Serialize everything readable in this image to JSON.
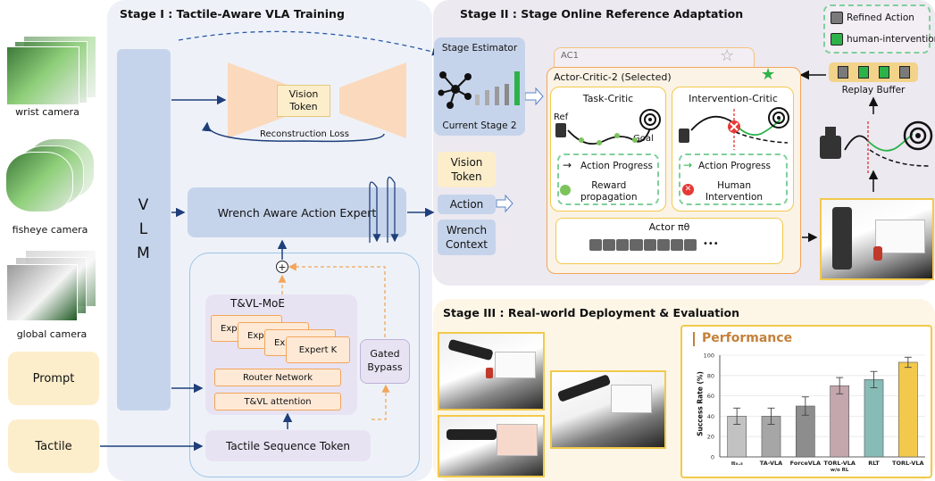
{
  "stage1": {
    "title": "Stage I : Tactile-Aware VLA Training",
    "cameras": [
      "wrist camera",
      "fisheye camera",
      "global camera"
    ],
    "prompt": "Prompt",
    "tactile": "Tactile",
    "vlm": "V\nL\nM",
    "vision_token": "Vision\nToken",
    "reconstruction_loss": "Reconstruction Loss",
    "wrench_expert": "Wrench Aware Action Expert",
    "moe_title": "T&VL-MoE",
    "experts": [
      "Expert",
      "Expert",
      "Expert",
      "Expert K"
    ],
    "router": "Router Network",
    "attention": "T&VL attention",
    "gated_bypass": "Gated\nBypass",
    "tactile_token": "Tactile Sequence Token",
    "plus": "+"
  },
  "stage2": {
    "title": "Stage II : Stage Online Reference Adaptation",
    "estimator_title": "Stage Estimator",
    "current_stage": "Current Stage 2",
    "inputs": [
      "Vision\nToken",
      "Action",
      "Wrench\nContext"
    ],
    "ac1": "AC1",
    "ac2": "Actor-Critic-2 (Selected)",
    "task_critic": "Task-Critic",
    "ref": "Ref",
    "goal": "Goal",
    "action_progress": "Action Progress",
    "reward_propagation": "Reward\npropagation",
    "intervention_critic": "Intervention-Critic",
    "human_intervention": "Human\nIntervention",
    "actor": "Actor πθ",
    "ellipsis": "•••",
    "legend_refined": "Refined Action",
    "legend_human": "human-intervention",
    "replay_buffer": "Replay Buffer"
  },
  "stage3": {
    "title": "Stage III : Real-world Deployment & Evaluation",
    "performance": "Performance"
  },
  "colors": {
    "gold": "#f2c94c",
    "green": "#2db24a",
    "navy": "#1f3f7a",
    "orange": "#f2a65a"
  },
  "chart_data": {
    "type": "bar",
    "title": "Performance",
    "ylabel": "Success Rate (%)",
    "xlabel": "",
    "ylim": [
      0,
      100
    ],
    "yticks": [
      "0",
      "20",
      "40",
      "60",
      "80",
      "100"
    ],
    "categories": [
      "π₀.₅",
      "TA-VLA",
      "ForceVLA",
      "TORL-VLA\nw/o RL",
      "RLT",
      "TORL-VLA"
    ],
    "values": [
      40,
      40,
      50,
      70,
      76,
      93
    ],
    "errors": [
      8,
      8,
      9,
      8,
      8,
      5
    ],
    "colors": [
      "#c2c2c2",
      "#a6a6a6",
      "#8d8d8d",
      "#c4a6ad",
      "#86bbb6",
      "#f2c94c"
    ],
    "grid": true
  }
}
